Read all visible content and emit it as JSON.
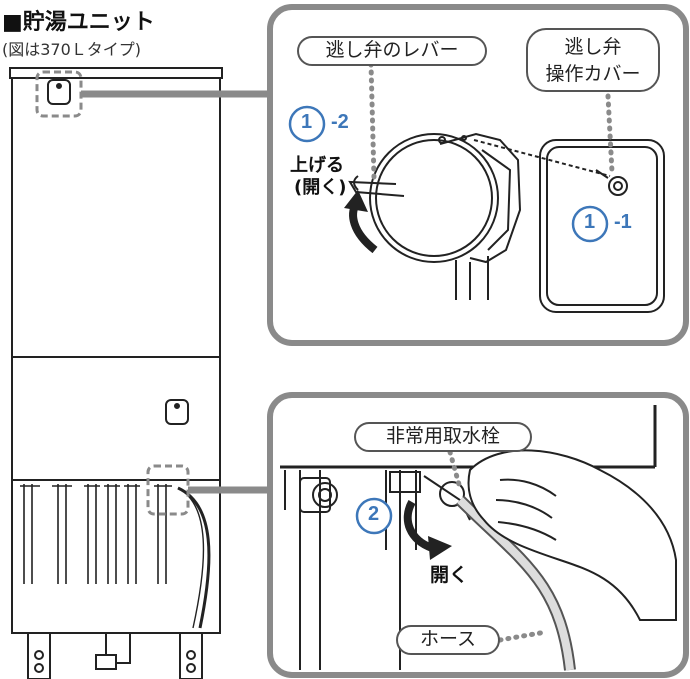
{
  "title": "■貯湯ユニット",
  "subtitle": "(図は370Ｌタイプ)",
  "callouts": {
    "relief_lever": "逃し弁のレバー",
    "relief_cover_line1": "逃し弁",
    "relief_cover_line2": "操作カバー",
    "emergency_tap": "非常用取水栓",
    "hose": "ホース"
  },
  "steps": {
    "step1_num": "1",
    "step1_sub_a": "-1",
    "step1_sub_b": "-2",
    "step2_num": "2"
  },
  "actions": {
    "raise_line1": "上げる",
    "raise_line2": "(開く)",
    "open": "開く"
  },
  "colors": {
    "accent": "#3d77b9",
    "frame": "#8a8a8a",
    "line": "#222222"
  }
}
